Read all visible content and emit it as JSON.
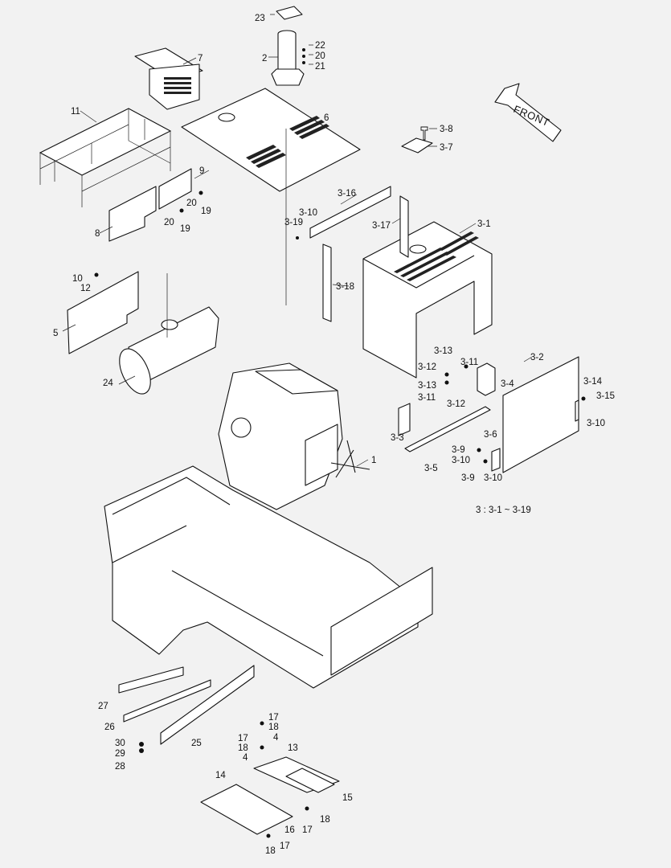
{
  "diagram": {
    "front_label": "FRONT",
    "group_note": "3 : 3-1 ~ 3-19",
    "callouts": {
      "c1": "1",
      "c2": "2",
      "c3": "3-3",
      "c4": "4",
      "c4b": "4",
      "c5": "5",
      "c6": "6",
      "c7": "7",
      "c8": "8",
      "c9": "9",
      "c10": "10",
      "c11": "11",
      "c12": "12",
      "c13": "13",
      "c14": "14",
      "c15": "15",
      "c16": "16",
      "c17a": "17",
      "c17b": "17",
      "c17c": "17",
      "c17d": "17",
      "c18a": "18",
      "c18b": "18",
      "c18c": "18",
      "c18d": "18",
      "c19a": "19",
      "c19b": "19",
      "c20a": "20",
      "c20b": "20",
      "c20c": "20",
      "c21": "21",
      "c22": "22",
      "c23": "23",
      "c24": "24",
      "c25": "25",
      "c26": "26",
      "c27": "27",
      "c28": "28",
      "c29": "29",
      "c30": "30",
      "c3_1": "3-1",
      "c3_2": "3-2",
      "c3_4": "3-4",
      "c3_5": "3-5",
      "c3_6": "3-6",
      "c3_7": "3-7",
      "c3_8": "3-8",
      "c3_9a": "3-9",
      "c3_9b": "3-9",
      "c3_10a": "3-10",
      "c3_10b": "3-10",
      "c3_10c": "3-10",
      "c3_10d": "3-10",
      "c3_11a": "3-11",
      "c3_11b": "3-11",
      "c3_12a": "3-12",
      "c3_12b": "3-12",
      "c3_13a": "3-13",
      "c3_13b": "3-13",
      "c3_14": "3-14",
      "c3_15": "3-15",
      "c3_16": "3-16",
      "c3_17": "3-17",
      "c3_18": "3-18",
      "c3_19": "3-19"
    }
  }
}
